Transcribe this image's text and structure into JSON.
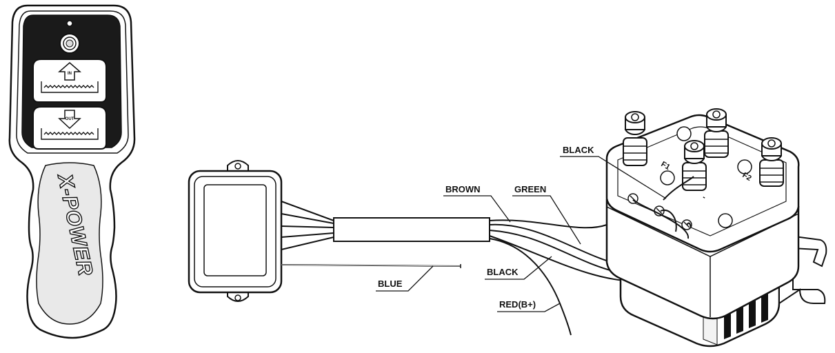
{
  "remote": {
    "brand": "X-POWER",
    "up_mark": "IN",
    "down_mark": "OUT"
  },
  "wire_labels": {
    "black_top": "BLACK",
    "brown": "BROWN",
    "green": "GREEN",
    "black_bottom": "BLACK",
    "blue": "BLUE",
    "red": "RED(B+)"
  },
  "solenoid": {
    "term_f1": "F1",
    "term_f2": "F2",
    "term_minus": "-"
  },
  "colors": {
    "line": "#111111",
    "fill_light": "#ffffff",
    "fill_dark": "#111111"
  },
  "icons": {
    "up_button": "arrow-up-icon",
    "down_button": "arrow-down-icon",
    "power_button": "power-button-icon"
  }
}
